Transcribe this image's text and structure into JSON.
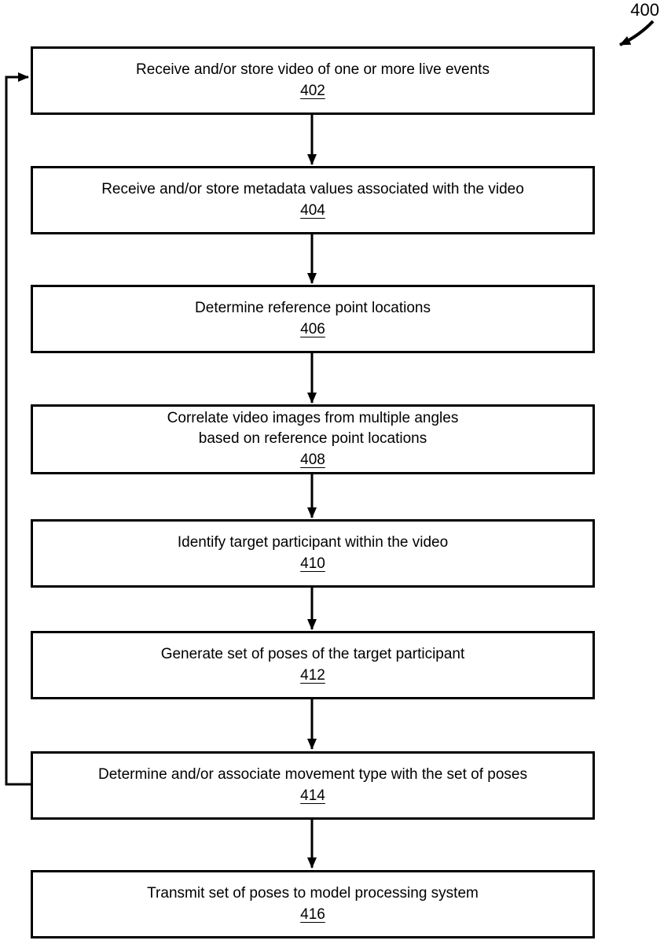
{
  "figure": {
    "ref_label": "400"
  },
  "colors": {
    "line": "#000000",
    "text": "#000000",
    "background": "#ffffff"
  },
  "steps": [
    {
      "lines": [
        "Receive and/or store video of one or more live events"
      ],
      "ref": "402"
    },
    {
      "lines": [
        "Receive and/or store metadata values associated with the video"
      ],
      "ref": "404"
    },
    {
      "lines": [
        "Determine reference point locations"
      ],
      "ref": "406"
    },
    {
      "lines": [
        "Correlate video images from multiple angles",
        "based on reference point locations"
      ],
      "ref": "408"
    },
    {
      "lines": [
        "Identify target participant within the video"
      ],
      "ref": "410"
    },
    {
      "lines": [
        "Generate set of poses of the target participant"
      ],
      "ref": "412"
    },
    {
      "lines": [
        "Determine and/or associate movement type with the set of poses"
      ],
      "ref": "414"
    },
    {
      "lines": [
        "Transmit set of poses to model processing system"
      ],
      "ref": "416"
    }
  ]
}
